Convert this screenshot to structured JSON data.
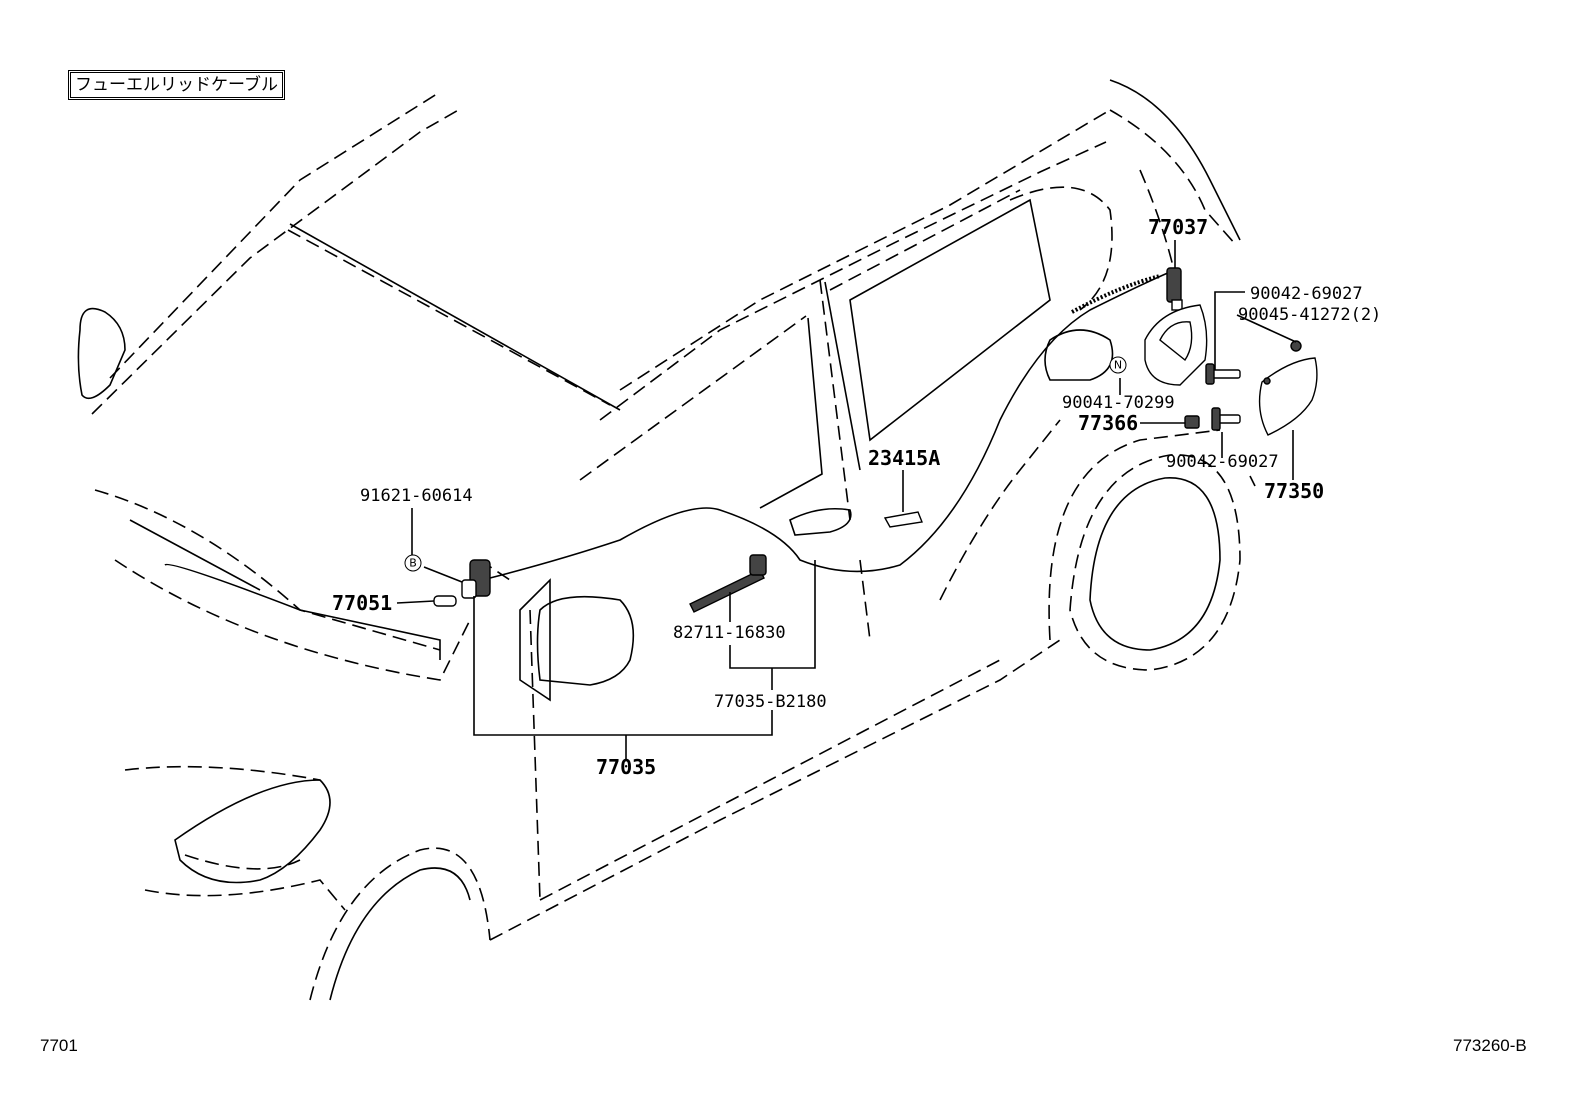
{
  "diagram": {
    "title": "フューエルリッドケーブル",
    "labels": {
      "p77037": "77037",
      "p90042_top": "90042-69027",
      "p90045": "90045-41272(2)",
      "p90041": "90041-70299",
      "p77366": "77366",
      "p90042_bottom": "90042-69027",
      "p77350": "77350",
      "p23415a": "23415A",
      "p91621": "91621-60614",
      "p77051": "77051",
      "p82711": "82711-16830",
      "p77035_b2180": "77035-B2180",
      "p77035": "77035"
    },
    "markers": {
      "b": "B",
      "n": "N"
    },
    "footer": {
      "left": "7701",
      "right": "773260-B"
    }
  }
}
